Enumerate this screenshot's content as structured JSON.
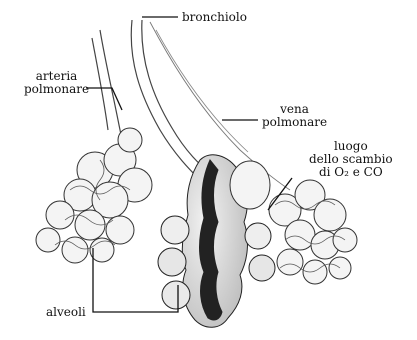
{
  "labels": {
    "bronchiole": "bronchiolo",
    "artery": [
      "arteria",
      "polmonare"
    ],
    "vein": [
      "vena",
      "polmonare"
    ],
    "exchange": [
      "luogo",
      "dello scambio",
      "di O₂ e CO"
    ],
    "alveoli": "alveoli"
  }
}
